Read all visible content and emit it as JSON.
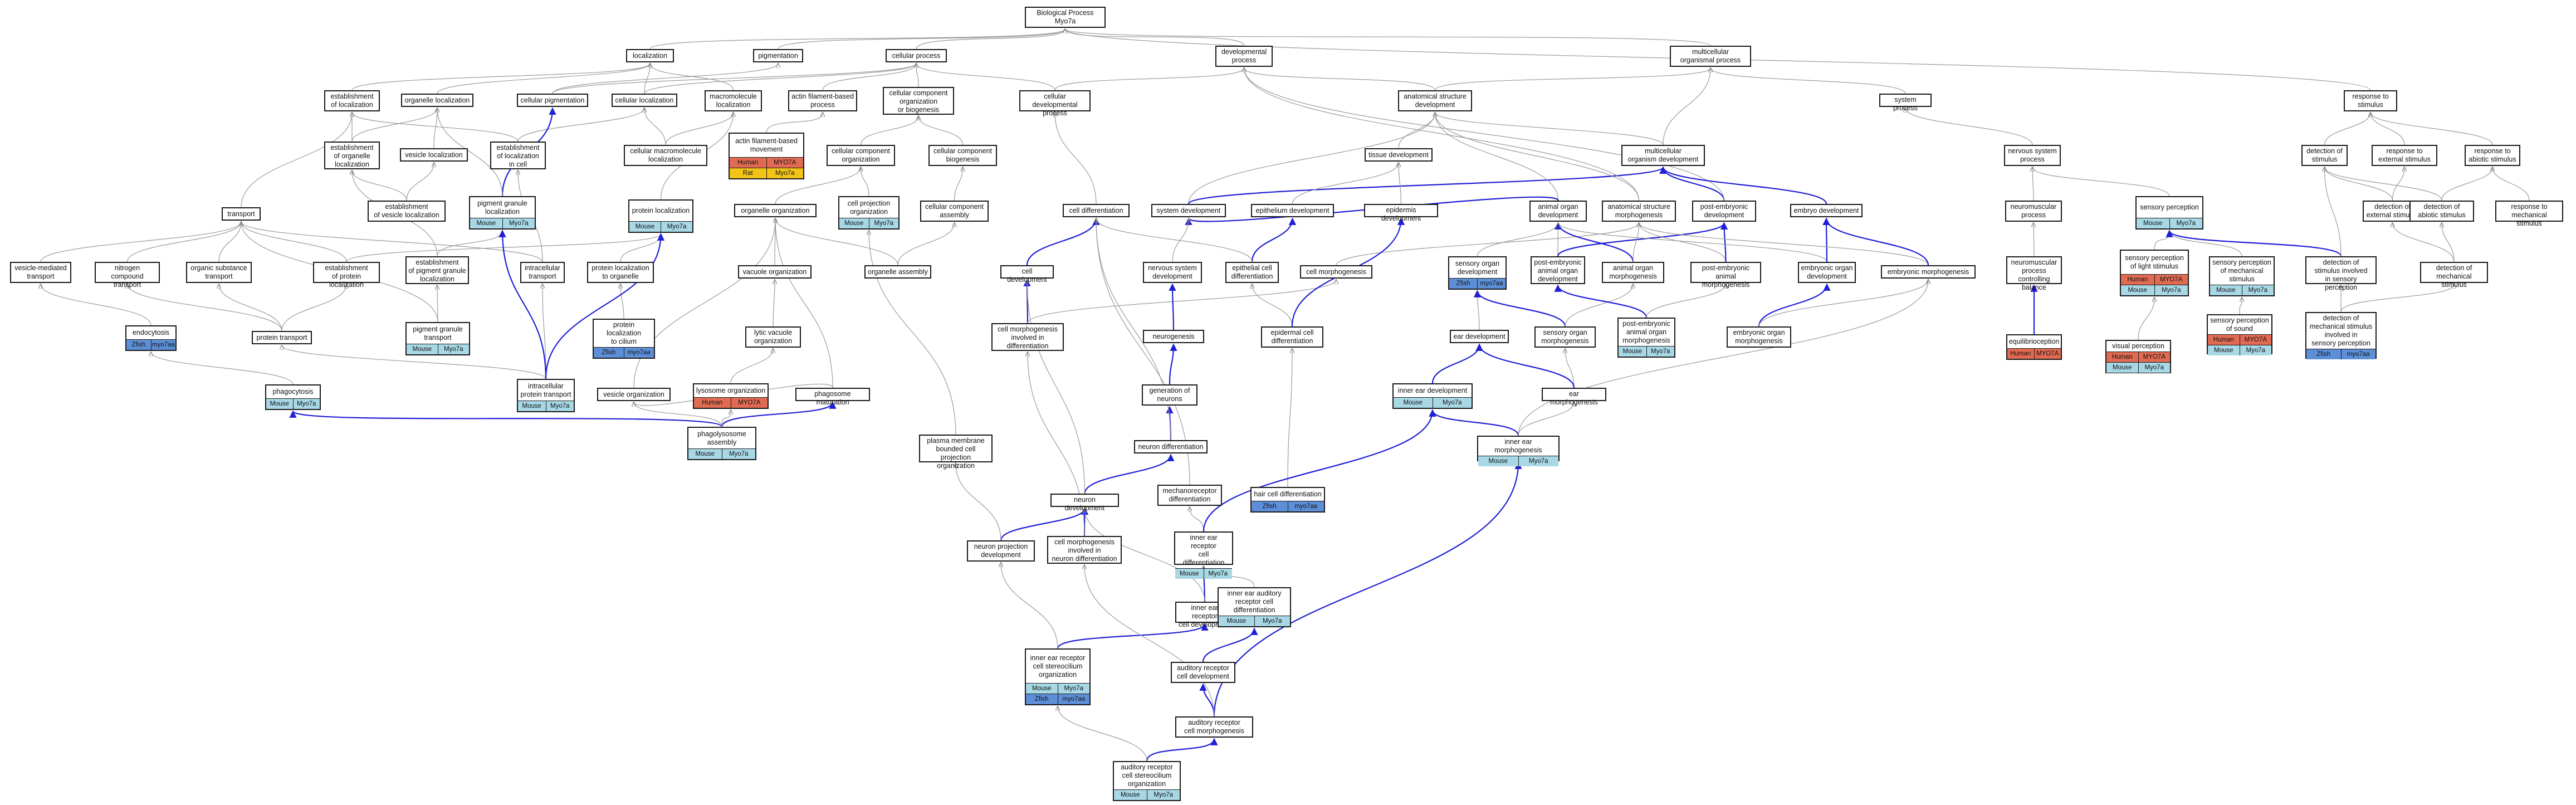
{
  "colors": {
    "is_a_edge": "#9a9a9a",
    "part_of_edge": "#1f1fd6",
    "species": {
      "Mouse": "#a8d8e6",
      "Zfish": "#5d8fd9",
      "Human": "#e06a52",
      "Rat": "#f2c418"
    }
  },
  "nodes": [
    {
      "id": "bp",
      "label": "Biological Process\nMyo7a"
    },
    {
      "id": "loc",
      "label": "localization"
    },
    {
      "id": "pig",
      "label": "pigmentation"
    },
    {
      "id": "cp",
      "label": "cellular process"
    },
    {
      "id": "devp",
      "label": "developmental\nprocess"
    },
    {
      "id": "mop",
      "label": "multicellular\norganismal process"
    },
    {
      "id": "eol",
      "label": "establishment\nof localization"
    },
    {
      "id": "orgloc",
      "label": "organelle localization"
    },
    {
      "id": "cpig",
      "label": "cellular pigmentation"
    },
    {
      "id": "cloc",
      "label": "cellular localization"
    },
    {
      "id": "mmloc",
      "label": "macromolecule\nlocalization"
    },
    {
      "id": "afbp",
      "label": "actin filament-based\nprocess"
    },
    {
      "id": "ccob",
      "label": "cellular component\norganization\nor biogenesis"
    },
    {
      "id": "cdp",
      "label": "cellular developmental\nprocess"
    },
    {
      "id": "asd",
      "label": "anatomical structure\ndevelopment"
    },
    {
      "id": "sysp",
      "label": "system process"
    },
    {
      "id": "rts",
      "label": "response to\nstimulus"
    },
    {
      "id": "eoorg",
      "label": "establishment\nof organelle\nlocalization"
    },
    {
      "id": "vesloc",
      "label": "vesicle localization"
    },
    {
      "id": "eolc",
      "label": "establishment\nof localization\nin cell"
    },
    {
      "id": "cmmloc",
      "label": "cellular macromolecule\nlocalization"
    },
    {
      "id": "afbm",
      "label": "actin filament-based\nmovement",
      "table": [
        [
          "Human",
          "MYO7A"
        ],
        [
          "Rat",
          "Myo7a"
        ]
      ]
    },
    {
      "id": "cco",
      "label": "cellular component\norganization"
    },
    {
      "id": "ccbio",
      "label": "cellular component\nbiogenesis"
    },
    {
      "id": "tisdev",
      "label": "tissue development"
    },
    {
      "id": "mod",
      "label": "multicellular\norganism development"
    },
    {
      "id": "nsp",
      "label": "nervous system\nprocess"
    },
    {
      "id": "dos",
      "label": "detection of\nstimulus"
    },
    {
      "id": "rtes",
      "label": "response to\nexternal stimulus"
    },
    {
      "id": "rtas",
      "label": "response to\nabiotic stimulus"
    },
    {
      "id": "transport",
      "label": "transport"
    },
    {
      "id": "eovl",
      "label": "establishment\nof vesicle localization"
    },
    {
      "id": "pgl",
      "label": "pigment granule\nlocalization",
      "table": [
        [
          "Mouse",
          "Myo7a"
        ]
      ]
    },
    {
      "id": "protloc",
      "label": "protein localization",
      "table": [
        [
          "Mouse",
          "Myo7a"
        ]
      ]
    },
    {
      "id": "orgorg",
      "label": "organelle organization"
    },
    {
      "id": "cpo",
      "label": "cell projection\norganization",
      "table": [
        [
          "Mouse",
          "Myo7a"
        ]
      ]
    },
    {
      "id": "ccass",
      "label": "cellular component\nassembly"
    },
    {
      "id": "celldiff",
      "label": "cell differentiation"
    },
    {
      "id": "sysdev",
      "label": "system development"
    },
    {
      "id": "epidev",
      "label": "epithelium development"
    },
    {
      "id": "epiddev",
      "label": "epidermis development"
    },
    {
      "id": "aod",
      "label": "animal organ\ndevelopment"
    },
    {
      "id": "asm",
      "label": "anatomical structure\nmorphogenesis"
    },
    {
      "id": "ped",
      "label": "post-embryonic\ndevelopment"
    },
    {
      "id": "embdev",
      "label": "embryo development"
    },
    {
      "id": "nmp",
      "label": "neuromuscular\nprocess"
    },
    {
      "id": "sensp",
      "label": "sensory perception",
      "table": [
        [
          "Mouse",
          "Myo7a"
        ]
      ]
    },
    {
      "id": "does",
      "label": "detection of\nexternal stimulus"
    },
    {
      "id": "doas",
      "label": "detection of\nabiotic stimulus"
    },
    {
      "id": "rtms",
      "label": "response to\nmechanical stimulus"
    },
    {
      "id": "vmt",
      "label": "vesicle-mediated\ntransport"
    },
    {
      "id": "nct",
      "label": "nitrogen compound\ntransport"
    },
    {
      "id": "ost",
      "label": "organic substance\ntransport"
    },
    {
      "id": "eopl",
      "label": "establishment\nof protein localization"
    },
    {
      "id": "eopgl",
      "label": "establishment\nof pigment granule\nlocalization"
    },
    {
      "id": "ict",
      "label": "intracellular\ntransport"
    },
    {
      "id": "pltoo",
      "label": "protein localization\nto organelle"
    },
    {
      "id": "vacorg",
      "label": "vacuole organization"
    },
    {
      "id": "orgass",
      "label": "organelle assembly"
    },
    {
      "id": "celldev",
      "label": "cell development"
    },
    {
      "id": "nsd",
      "label": "nervous system\ndevelopment"
    },
    {
      "id": "ecd",
      "label": "epithelial cell\ndifferentiation"
    },
    {
      "id": "cellmorph",
      "label": "cell morphogenesis"
    },
    {
      "id": "sod",
      "label": "sensory organ\ndevelopment",
      "table": [
        [
          "Zfish",
          "myo7aa"
        ]
      ]
    },
    {
      "id": "peaod",
      "label": "post-embryonic\nanimal organ\ndevelopment"
    },
    {
      "id": "aom",
      "label": "animal organ\nmorphogenesis"
    },
    {
      "id": "pam",
      "label": "post-embryonic\nanimal morphogenesis"
    },
    {
      "id": "eod",
      "label": "embryonic organ\ndevelopment"
    },
    {
      "id": "embm",
      "label": "embryonic morphogenesis"
    },
    {
      "id": "nmpcb",
      "label": "neuromuscular\nprocess controlling\nbalance"
    },
    {
      "id": "spols",
      "label": "sensory perception\nof light stimulus",
      "table": [
        [
          "Human",
          "MYO7A"
        ],
        [
          "Mouse",
          "Myo7a"
        ]
      ]
    },
    {
      "id": "spoms",
      "label": "sensory perception\nof mechanical\nstimulus",
      "table": [
        [
          "Mouse",
          "Myo7a"
        ]
      ]
    },
    {
      "id": "dosisp",
      "label": "detection of\nstimulus involved\nin sensory perception"
    },
    {
      "id": "doms",
      "label": "detection of\nmechanical stimulus"
    },
    {
      "id": "endo",
      "label": "endocytosis",
      "table": [
        [
          "Zfish",
          "myo7aa"
        ]
      ]
    },
    {
      "id": "prott",
      "label": "protein transport"
    },
    {
      "id": "pgt",
      "label": "pigment granule\ntransport",
      "table": [
        [
          "Mouse",
          "Myo7a"
        ]
      ]
    },
    {
      "id": "pltc",
      "label": "protein localization\nto cilium",
      "table": [
        [
          "Zfish",
          "myo7aa"
        ]
      ]
    },
    {
      "id": "lvo",
      "label": "lytic vacuole\norganization"
    },
    {
      "id": "cmind",
      "label": "cell morphogenesis\ninvolved in\ndifferentiation"
    },
    {
      "id": "neurogen",
      "label": "neurogenesis"
    },
    {
      "id": "ecdiff",
      "label": "epidermal cell\ndifferentiation"
    },
    {
      "id": "eard",
      "label": "ear development"
    },
    {
      "id": "som",
      "label": "sensory organ\nmorphogenesis"
    },
    {
      "id": "peaom",
      "label": "post-embryonic\nanimal organ\nmorphogenesis",
      "table": [
        [
          "Mouse",
          "Myo7a"
        ]
      ]
    },
    {
      "id": "eom",
      "label": "embryonic organ\nmorphogenesis"
    },
    {
      "id": "equil",
      "label": "equilibrioception",
      "table": [
        [
          "Human",
          "MYO7A"
        ]
      ]
    },
    {
      "id": "vp",
      "label": "visual perception",
      "table": [
        [
          "Human",
          "MYO7A"
        ],
        [
          "Mouse",
          "Myo7a"
        ]
      ]
    },
    {
      "id": "spos",
      "label": "sensory perception\nof sound",
      "table": [
        [
          "Human",
          "MYO7A"
        ],
        [
          "Mouse",
          "Myo7a"
        ]
      ]
    },
    {
      "id": "domsisp",
      "label": "detection of\nmechanical stimulus\ninvolved in\nsensory perception",
      "table": [
        [
          "Zfish",
          "myo7aa"
        ]
      ]
    },
    {
      "id": "phago",
      "label": "phagocytosis",
      "table": [
        [
          "Mouse",
          "Myo7a"
        ]
      ]
    },
    {
      "id": "ipt",
      "label": "intracellular\nprotein transport",
      "table": [
        [
          "Mouse",
          "Myo7a"
        ]
      ]
    },
    {
      "id": "vesorg",
      "label": "vesicle organization"
    },
    {
      "id": "lysorg",
      "label": "lysosome organization",
      "table": [
        [
          "Human",
          "MYO7A"
        ]
      ]
    },
    {
      "id": "phagmat",
      "label": "phagosome maturation"
    },
    {
      "id": "ied",
      "label": "inner ear development",
      "table": [
        [
          "Mouse",
          "Myo7a"
        ]
      ]
    },
    {
      "id": "earm",
      "label": "ear morphogenesis"
    },
    {
      "id": "gon",
      "label": "generation of\nneurons"
    },
    {
      "id": "phlyso",
      "label": "phagolysosome\nassembly",
      "table": [
        [
          "Mouse",
          "Myo7a"
        ]
      ]
    },
    {
      "id": "iem",
      "label": "inner ear morphogenesis",
      "table": [
        [
          "Mouse",
          "Myo7a"
        ]
      ]
    },
    {
      "id": "pmbcpo",
      "label": "plasma membrane\nbounded cell\nprojection organization"
    },
    {
      "id": "neurdiff",
      "label": "neuron differentiation"
    },
    {
      "id": "neurdev",
      "label": "neuron development"
    },
    {
      "id": "mechdiff",
      "label": "mechanoreceptor\ndifferentiation"
    },
    {
      "id": "hcd",
      "label": "hair cell differentiation",
      "table": [
        [
          "Zfish",
          "myo7aa"
        ]
      ]
    },
    {
      "id": "npd",
      "label": "neuron projection\ndevelopment"
    },
    {
      "id": "cmnd",
      "label": "cell morphogenesis\ninvolved in\nneuron differentiation"
    },
    {
      "id": "iercd",
      "label": "inner ear receptor\ncell differentiation",
      "table": [
        [
          "Mouse",
          "Myo7a"
        ]
      ]
    },
    {
      "id": "iercdev",
      "label": "inner ear receptor\ncell development"
    },
    {
      "id": "iearcd",
      "label": "inner ear auditory\nreceptor cell\ndifferentiation",
      "table": [
        [
          "Mouse",
          "Myo7a"
        ]
      ]
    },
    {
      "id": "ierso",
      "label": "inner ear receptor\ncell stereocilium\norganization",
      "table": [
        [
          "Mouse",
          "Myo7a"
        ],
        [
          "Zfish",
          "myo7aa"
        ]
      ]
    },
    {
      "id": "arcd",
      "label": "auditory receptor\ncell development"
    },
    {
      "id": "arcm",
      "label": "auditory receptor\ncell morphogenesis"
    },
    {
      "id": "arcso",
      "label": "auditory receptor\ncell stereocilium\norganization",
      "table": [
        [
          "Mouse",
          "Myo7a"
        ]
      ]
    }
  ]
}
